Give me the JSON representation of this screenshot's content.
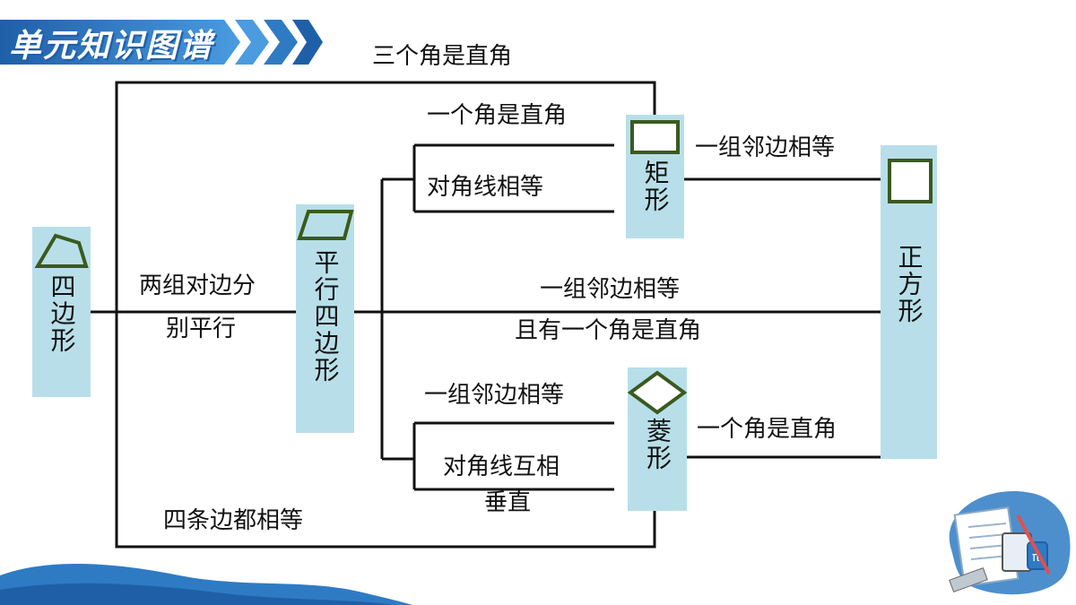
{
  "header": {
    "title": "单元知识图谱"
  },
  "nodes": {
    "quadrilateral": "四边形",
    "parallelogram": "平行四边形",
    "rectangle": "矩形",
    "rhombus": "菱形",
    "square": "正方形"
  },
  "edges": {
    "quad_to_square_top": "三个角是直角",
    "quad_to_para_line1": "两组对边分",
    "quad_to_para_line2": "别平行",
    "para_to_rect_1": "一个角是直角",
    "para_to_rect_2": "对角线相等",
    "rect_to_square": "一组邻边相等",
    "para_to_square_line1": "一组邻边相等",
    "para_to_square_line2": "且有一个角是直角",
    "para_to_rhombus_1": "一组邻边相等",
    "para_to_rhombus_2_line1": "对角线互相",
    "para_to_rhombus_2_line2": "垂直",
    "rhombus_to_square": "一个角是直角",
    "quad_to_rhombus_bottom": "四条边都相等"
  },
  "colors": {
    "node_bg": "#b8dfe9",
    "shape_stroke": "#3a5a1e",
    "banner_dark": "#1f5fa8",
    "banner_light": "#4a9be0",
    "wave": "#2e7bc4"
  }
}
